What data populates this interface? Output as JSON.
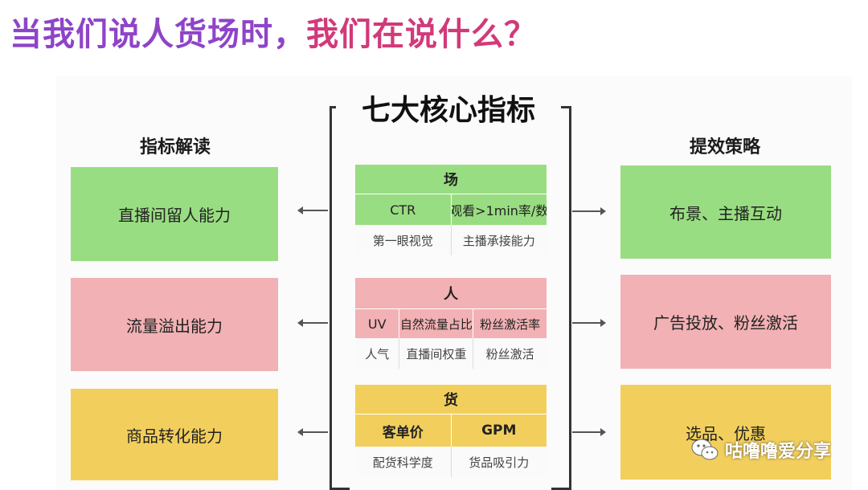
{
  "headline": {
    "part1": "当我们说人货场时，",
    "part2": "我们在说什么？"
  },
  "left": {
    "title": "指标解读",
    "items": [
      "直播间留人能力",
      "流量溢出能力",
      "商品转化能力"
    ]
  },
  "center": {
    "title": "七大核心指标",
    "tables": [
      {
        "header": "场",
        "metrics": [
          "CTR",
          "观看>1min率/数"
        ],
        "descriptions": [
          "第一眼视觉",
          "主播承接能力"
        ]
      },
      {
        "header": "人",
        "metrics": [
          "UV",
          "自然流量占比",
          "粉丝激活率"
        ],
        "descriptions": [
          "人气",
          "直播间权重",
          "粉丝激活"
        ]
      },
      {
        "header": "货",
        "metrics": [
          "客单价",
          "GPM"
        ],
        "descriptions": [
          "配货科学度",
          "货品吸引力"
        ]
      }
    ]
  },
  "right": {
    "title": "提效策略",
    "items": [
      "布景、主播互动",
      "广告投放、粉丝激活",
      "选品、优惠"
    ]
  },
  "watermark": {
    "icon": "wechat-icon",
    "text": "咕噜噜爱分享"
  },
  "colors": {
    "green": "#99dd82",
    "pink": "#f2b1b4",
    "yellow": "#f2cf5c"
  }
}
